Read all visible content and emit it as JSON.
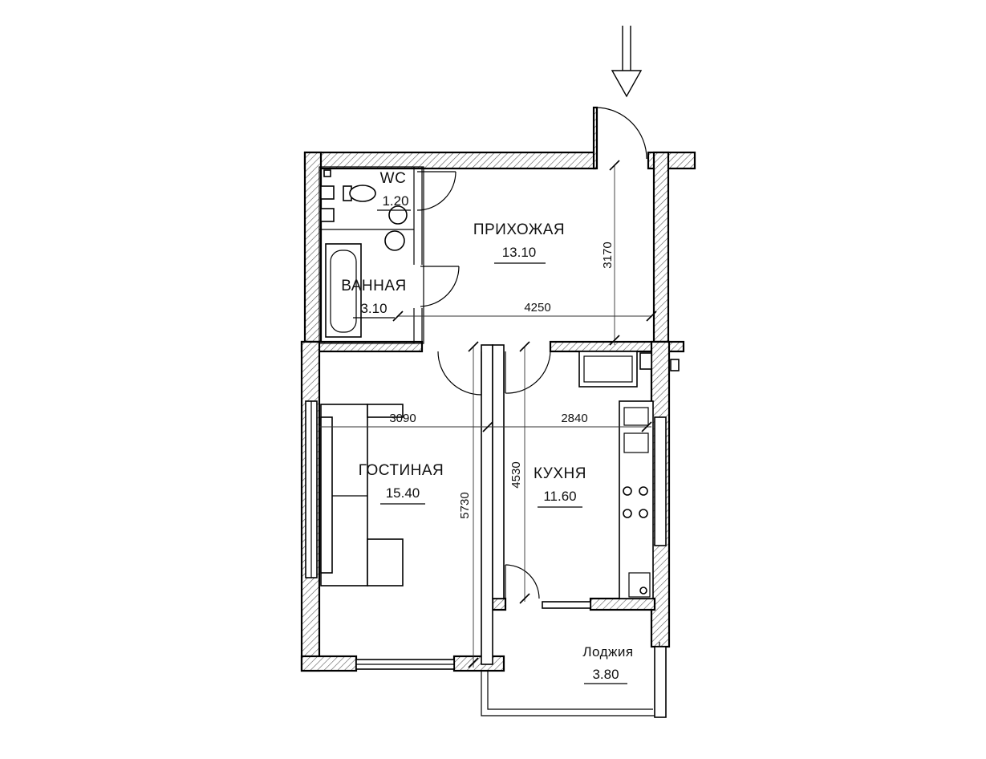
{
  "rooms": {
    "wc": {
      "name": "WC",
      "area": "1.20"
    },
    "hall": {
      "name": "ПРИХОЖАЯ",
      "area": "13.10"
    },
    "bath": {
      "name": "ВАННАЯ",
      "area": "3.10"
    },
    "living": {
      "name": "ГОСТИНАЯ",
      "area": "15.40"
    },
    "kitchen": {
      "name": "КУХНЯ",
      "area": "11.60"
    },
    "loggia": {
      "name": "Лоджия",
      "area": "3.80"
    }
  },
  "dimensions": {
    "hall_width": "4250",
    "hall_depth": "3170",
    "living_width": "3090",
    "kitchen_width": "2840",
    "living_depth": "5730",
    "kitchen_depth": "4530"
  },
  "icons": {
    "entrance": "down-arrow-icon"
  }
}
